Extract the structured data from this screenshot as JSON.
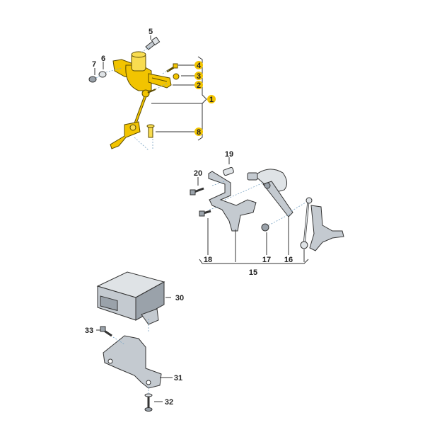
{
  "diagram": {
    "callouts": {
      "c1": "1",
      "c2": "2",
      "c3": "3",
      "c4": "4",
      "c5": "5",
      "c6": "6",
      "c7": "7",
      "c8": "8",
      "c15": "15",
      "c16": "16",
      "c17": "17",
      "c18": "18",
      "c19": "19",
      "c20": "20",
      "c30": "30",
      "c31": "31",
      "c32": "32",
      "c33": "33"
    },
    "colors": {
      "highlight": "#f2c400",
      "part": "#c4cad0"
    }
  }
}
